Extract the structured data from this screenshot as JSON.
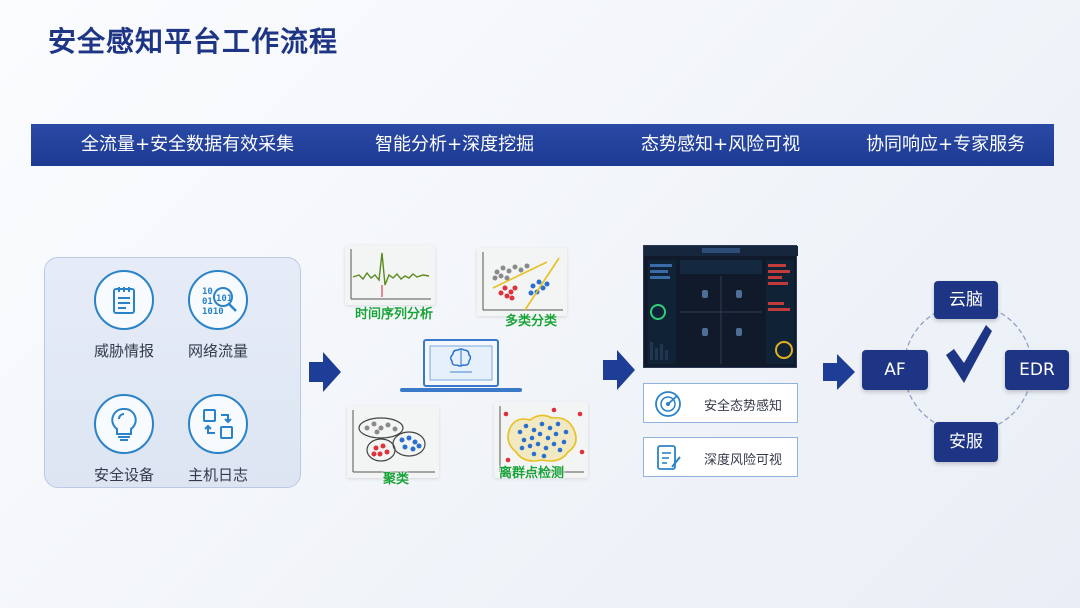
{
  "page": {
    "title": "安全感知平台工作流程"
  },
  "phases": [
    "全流量+安全数据有效采集",
    "智能分析+深度挖掘",
    "态势感知+风险可视",
    "协同响应+专家服务"
  ],
  "sources": [
    {
      "label": "威胁情报",
      "icon": "threat-intel-icon"
    },
    {
      "label": "网络流量",
      "icon": "network-traffic-icon"
    },
    {
      "label": "安全设备",
      "icon": "security-device-icon"
    },
    {
      "label": "主机日志",
      "icon": "host-log-icon"
    }
  ],
  "analysis": [
    {
      "label": "时间序列分析"
    },
    {
      "label": "多类分类"
    },
    {
      "label": "聚类"
    },
    {
      "label": "离群点检测"
    }
  ],
  "outputs": [
    {
      "label": "安全态势感知",
      "icon": "radar-icon"
    },
    {
      "label": "深度风险可视",
      "icon": "edit-document-icon"
    }
  ],
  "response": {
    "nodes": [
      "云脑",
      "AF",
      "EDR",
      "安服"
    ]
  },
  "colors": {
    "primary": "#1d3584",
    "icon_blue": "#2a83c8",
    "label_green": "#1aa33a",
    "arrow": "#1e3d96"
  }
}
